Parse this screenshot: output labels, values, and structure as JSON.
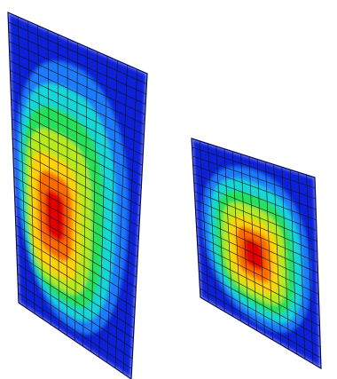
{
  "figure": {
    "panels": [
      {
        "id": "tall-plate",
        "mesh": {
          "rows": 30,
          "cols": 14
        },
        "peak": {
          "u": 0.33,
          "v": 0.62
        }
      },
      {
        "id": "square-plate",
        "mesh": {
          "rows": 18,
          "cols": 15
        },
        "peak": {
          "u": 0.47,
          "v": 0.56
        }
      }
    ],
    "colormap": [
      "#0a22d8",
      "#1f7bff",
      "#19d6d8",
      "#27e05a",
      "#b6ea1c",
      "#ffd20a",
      "#ff6a00",
      "#e60000"
    ],
    "mesh_color": "#111111",
    "background": "#ffffff"
  }
}
